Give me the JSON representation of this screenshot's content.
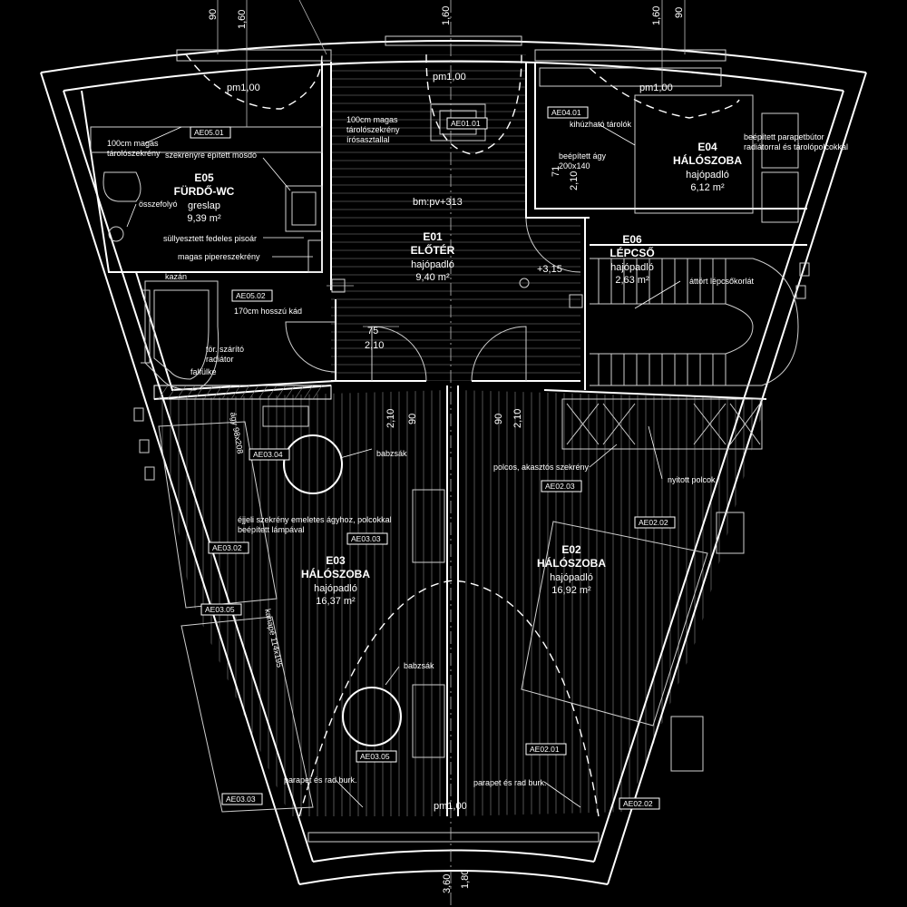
{
  "rooms": {
    "e05": {
      "code": "E05",
      "name": "FÜRDŐ-WC",
      "floor": "greslap",
      "area": "9,39 m²"
    },
    "e01": {
      "code": "E01",
      "name": "ELŐTÉR",
      "floor": "hajópadló",
      "area": "9,40 m²"
    },
    "e04": {
      "code": "E04",
      "name": "HÁLÓSZOBA",
      "floor": "hajópadló",
      "area": "6,12 m²"
    },
    "e06": {
      "code": "E06",
      "name": "LÉPCSŐ",
      "floor": "hajópadló",
      "area": "2,63 m²"
    },
    "e03": {
      "code": "E03",
      "name": "HÁLÓSZOBA",
      "floor": "hajópadló",
      "area": "16,37 m²"
    },
    "e02": {
      "code": "E02",
      "name": "HÁLÓSZOBA",
      "floor": "hajópadló",
      "area": "16,92 m²"
    }
  },
  "levels": {
    "pm_left": "pm1,00",
    "pm_mid": "pm1,00",
    "pm_right": "pm1,00",
    "pm_bottom": "pm1,00",
    "bm": "bm:pv+313",
    "floor_level": "+3,15"
  },
  "dimensions": {
    "top_left_a": "90",
    "top_left_b": "1,60",
    "top_mid": "1,60",
    "top_right_a": "1,60",
    "top_right_b": "90",
    "door_w": "75",
    "door_h": "2,10",
    "d_left_a": "2,10",
    "d_left_b": "90",
    "d_right_a": "90",
    "d_right_b": "2,10",
    "e04_a": "71",
    "e04_b": "2,10",
    "bottom_a": "3,60",
    "bottom_b": "1,80"
  },
  "annotations": {
    "e05_storage": "100cm magas\ntárolószekrény",
    "e05_sink": "szekrényre épített mosdó",
    "e05_drain": "összefolyó",
    "e05_urinal": "süllyesztett fedeles pisoár",
    "e05_cabinet": "magas pipereszekrény",
    "e05_boiler": "kazán",
    "e05_tub": "170cm hosszú kád",
    "e05_radiator": "tör. szárító\nradiátor",
    "e05_niche": "falfülke",
    "e01_desk": "100cm magas\ntárolószekrény\nírósasztallal",
    "e04_drawer": "kihúzható tárolók",
    "e04_bed": "beépített ágy\n200x140",
    "e04_furniture": "beépített parapetbútor\nradiátorral és tárolópolcokkal",
    "e06_stair": "áttört lépcsőkorlát",
    "e03_beanbag1": "babzsák",
    "e03_bed_label": "ágy 98x208",
    "e03_nightstand": "éjjeli szekrény emeletes ágyhoz, polcokkal\nbeépített lámpával",
    "e03_sofa": "kanapé 114x195",
    "e03_beanbag2": "babzsák",
    "e03_parapet": "parapet és rad burk.",
    "e02_closet": "polcos, akasztós szekrény",
    "e02_shelves": "nyitott polcok",
    "e02_parapet": "parapet és rad burk."
  },
  "tags": {
    "ae0501": "AE05.01",
    "ae0502": "AE05.02",
    "ae0101": "AE01.01",
    "ae0401": "AE04.01",
    "ae0304": "AE03.04",
    "ae0302": "AE03.02",
    "ae0303a": "AE03.03",
    "ae0305a": "AE03.05",
    "ae0305b": "AE03.05",
    "ae0303b": "AE03.03",
    "ae0203": "AE02.03",
    "ae0202a": "AE02.02",
    "ae0201": "AE02.01",
    "ae0202b": "AE02.02"
  },
  "colors": {
    "background": "#000000",
    "lines": "#ffffff"
  }
}
